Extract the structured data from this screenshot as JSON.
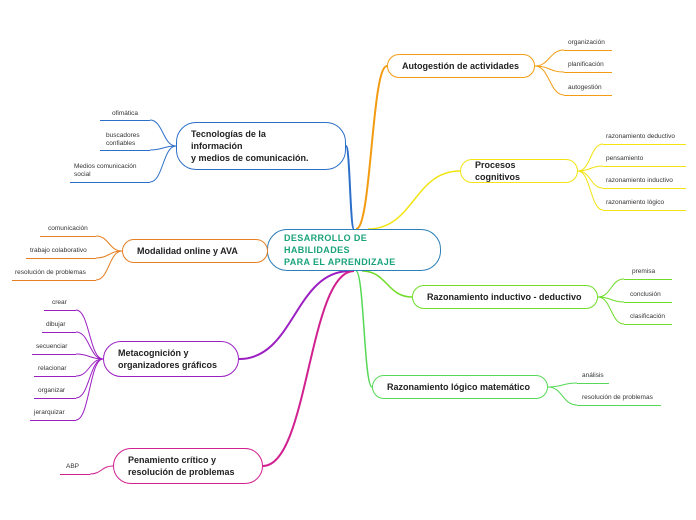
{
  "center": {
    "label": "DESARROLLO DE HABILIDADES\nPARA EL APRENDIZAJE",
    "color": "#2c7fb8"
  },
  "branches": {
    "autogestion": {
      "label": "Autogestión de actividades",
      "color": "#f39c12",
      "leaves": [
        "organización",
        "planificación",
        "autogestión"
      ]
    },
    "procesos": {
      "label": "Procesos cognitivos",
      "color": "#f1e40f",
      "leaves": [
        "razonamiento deductivo",
        "pensamiento",
        "razonamiento inductivo",
        "razonamiento lógico"
      ]
    },
    "razonamiento_id": {
      "label": "Razonamiento inductivo - deductivo",
      "color": "#6fdc2a",
      "leaves": [
        "premisa",
        "conclusión",
        "clasificación"
      ]
    },
    "razonamiento_lm": {
      "label": "Razonamiento lógico matemático",
      "color": "#56d856",
      "leaves": [
        "análisis",
        "resolución de problemas"
      ]
    },
    "tecnologias": {
      "label": "Tecnologías de la\ninformación\ny medios de comunicación.",
      "color": "#2c6fc9",
      "leaves": [
        "ofimática",
        "buscadores\nconfiables",
        "Medios comunicación\nsocial"
      ]
    },
    "modalidad": {
      "label": "Modalidad online y AVA",
      "color": "#e67e22",
      "leaves": [
        "comunicación",
        "trabajo colaborativo",
        "resolución de problemas"
      ]
    },
    "metacognicion": {
      "label": "Metacognición y\norganizadores gráficos",
      "color": "#9b1fc2",
      "leaves": [
        "crear",
        "dibujar",
        "secuenciar",
        "relacionar",
        "organizar",
        "jerarquizar"
      ]
    },
    "pensamiento": {
      "label": "Penamiento crítico y\nresolución de problemas",
      "color": "#d1208f",
      "leaves": [
        "ABP"
      ]
    }
  }
}
